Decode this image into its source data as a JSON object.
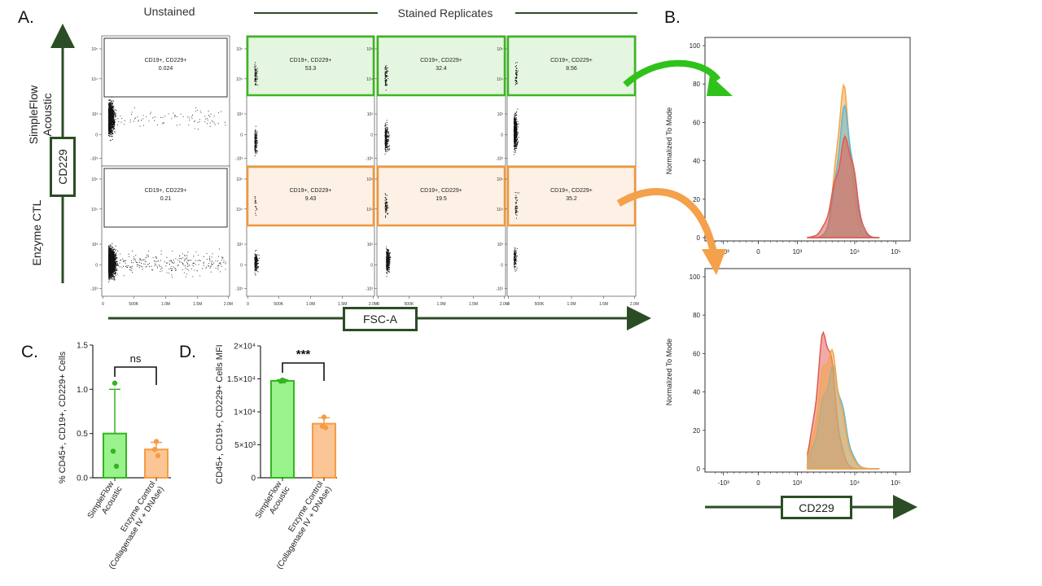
{
  "panels": {
    "a": "A.",
    "b": "B.",
    "c": "C.",
    "d": "D."
  },
  "flow": {
    "col_unstained": "Unstained",
    "col_stained": "Stained Replicates",
    "row_top_line1": "SimpleFlow",
    "row_top_line2": "Acoustic",
    "row_bottom": "Enzyme CTL",
    "y_axis_box": "CD229",
    "x_axis_box": "FSC-A",
    "gate_name": "CD19+, CD229+",
    "gates": [
      {
        "row": 0,
        "col": 0,
        "value": "0.024"
      },
      {
        "row": 0,
        "col": 1,
        "value": "53.3"
      },
      {
        "row": 0,
        "col": 2,
        "value": "32.4"
      },
      {
        "row": 0,
        "col": 3,
        "value": "8.56"
      },
      {
        "row": 1,
        "col": 0,
        "value": "0.21"
      },
      {
        "row": 1,
        "col": 1,
        "value": "9.43"
      },
      {
        "row": 1,
        "col": 2,
        "value": "19.5"
      },
      {
        "row": 1,
        "col": 3,
        "value": "35.2"
      }
    ],
    "y_ticks": [
      "10⁵",
      "10⁴",
      "10³",
      "0",
      "-10³"
    ],
    "x_ticks": [
      "0",
      "500K",
      "1.0M",
      "1.5M",
      "2.0M"
    ],
    "green_color": "#3cb521",
    "orange_color": "#f0973a"
  },
  "histograms": {
    "ylabel": "Normalized To Mode",
    "xlabel_box": "CD229",
    "y_ticks": [
      "0",
      "20",
      "40",
      "60",
      "80",
      "100"
    ],
    "x_ticks": [
      "-10³",
      "0",
      "10³",
      "10⁴",
      "10⁵"
    ]
  },
  "chart_data": [
    {
      "type": "bar",
      "title": "",
      "ylabel": "% CD45+, CD19+, CD229+ Cells",
      "categories": [
        "SimpleFlow Acoustic",
        "Enzyme Control (Collagenase IV + DNAse)"
      ],
      "category_lines": [
        [
          "SimpleFlow",
          "Acoustic"
        ],
        [
          "Enzyme Control",
          "(Collagenase IV + DNAse)"
        ]
      ],
      "values": [
        0.5,
        0.32
      ],
      "error": [
        0.5,
        0.08
      ],
      "points": [
        [
          1.07,
          0.3,
          0.13
        ],
        [
          0.41,
          0.32,
          0.25
        ]
      ],
      "ylim": [
        0,
        1.5
      ],
      "yticks": [
        0,
        0.5,
        1.0,
        1.5
      ],
      "ytick_labels": [
        "0.0",
        "0.5",
        "1.0",
        "1.5"
      ],
      "significance": "ns",
      "colors": [
        "#99f28c",
        "#fcc596"
      ],
      "edge_colors": [
        "#34b41f",
        "#f59c44"
      ]
    },
    {
      "type": "bar",
      "title": "",
      "ylabel": "CD45+, CD19+, CD229+ Cells MFI",
      "categories": [
        "SimpleFlow Acoustic",
        "Enzyme Control (Collagenase IV + DNAse)"
      ],
      "category_lines": [
        [
          "SimpleFlow",
          "Acoustic"
        ],
        [
          "Enzyme Control",
          "(Collagenase IV + DNAse)"
        ]
      ],
      "values": [
        14700,
        8200
      ],
      "error": [
        150,
        900
      ],
      "points": [
        [
          14800,
          14650,
          14700
        ],
        [
          9200,
          7800,
          7600
        ]
      ],
      "ylim": [
        0,
        20000
      ],
      "yticks": [
        0,
        5000,
        10000,
        15000,
        20000
      ],
      "ytick_labels": [
        "0",
        "5×10³",
        "1×10⁴",
        "1.5×10⁴",
        "2×10⁴"
      ],
      "significance": "***",
      "colors": [
        "#99f28c",
        "#fcc596"
      ],
      "edge_colors": [
        "#34b41f",
        "#f59c44"
      ]
    }
  ]
}
